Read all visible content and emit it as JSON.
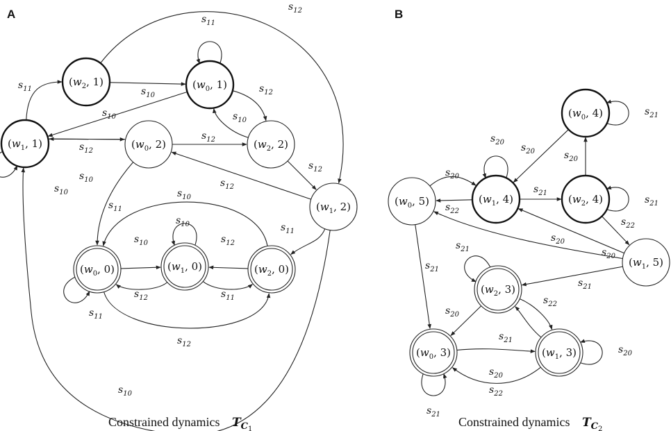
{
  "panels": {
    "A": {
      "letter": "A",
      "caption": "Constrained dynamics",
      "caption_symbol": "T",
      "caption_sub": "C",
      "caption_subsub": "1"
    },
    "B": {
      "letter": "B",
      "caption": "Constrained dynamics",
      "caption_symbol": "T",
      "caption_sub": "C",
      "caption_subsub": "2"
    }
  },
  "nodes": {
    "A": {
      "w2_1": {
        "label": "(w2, 1)",
        "style": "bold"
      },
      "w0_1": {
        "label": "(w0, 1)",
        "style": "bold"
      },
      "w1_1": {
        "label": "(w1, 1)",
        "style": "bold"
      },
      "w0_2": {
        "label": "(w0, 2)",
        "style": "normal"
      },
      "w2_2": {
        "label": "(w2, 2)",
        "style": "normal"
      },
      "w1_2": {
        "label": "(w1, 2)",
        "style": "normal"
      },
      "w0_0": {
        "label": "(w0, 0)",
        "style": "double"
      },
      "w1_0": {
        "label": "(w1, 0)",
        "style": "double"
      },
      "w2_0": {
        "label": "(w2, 0)",
        "style": "double"
      }
    },
    "B": {
      "w0_4": {
        "label": "(w0, 4)",
        "style": "bold"
      },
      "w1_4": {
        "label": "(w1, 4)",
        "style": "bold"
      },
      "w2_4": {
        "label": "(w2, 4)",
        "style": "bold"
      },
      "w0_5": {
        "label": "(w0, 5)",
        "style": "normal"
      },
      "w1_5": {
        "label": "(w1, 5)",
        "style": "normal"
      },
      "w2_3": {
        "label": "(w2, 3)",
        "style": "double"
      },
      "w0_3": {
        "label": "(w0, 3)",
        "style": "double"
      },
      "w1_3": {
        "label": "(w1, 3)",
        "style": "double"
      }
    }
  },
  "edges": {
    "A": [
      {
        "from": "w1_1",
        "to": "w2_1",
        "label": "s11"
      },
      {
        "from": "w2_1",
        "to": "w0_1",
        "label": "s10"
      },
      {
        "from": "w0_1",
        "to": "w0_1",
        "label": "s11"
      },
      {
        "from": "w0_1",
        "to": "w1_1",
        "label": "s10"
      },
      {
        "from": "w0_1",
        "to": "w2_2",
        "label": "s12"
      },
      {
        "from": "w2_2",
        "to": "w0_1",
        "label": "s10"
      },
      {
        "from": "w2_1",
        "to": "w1_2",
        "label": "s12"
      },
      {
        "from": "w1_1",
        "to": "w0_2",
        "label": "s12"
      },
      {
        "from": "w0_2",
        "to": "w1_1",
        "label": "s10"
      },
      {
        "from": "w1_1",
        "to": "w1_1",
        "label": "s10"
      },
      {
        "from": "w0_2",
        "to": "w2_2",
        "label": "s12"
      },
      {
        "from": "w2_2",
        "to": "w1_2",
        "label": "s12"
      },
      {
        "from": "w1_2",
        "to": "w0_2",
        "label": "s12"
      },
      {
        "from": "w0_2",
        "to": "w0_0",
        "label": "s11"
      },
      {
        "from": "w1_2",
        "to": "w2_0",
        "label": "s11"
      },
      {
        "from": "w1_2",
        "to": "w1_1",
        "label": "s10"
      },
      {
        "from": "w2_0",
        "to": "w0_0",
        "label": "s10"
      },
      {
        "from": "w0_0",
        "to": "w1_0",
        "label": "s10"
      },
      {
        "from": "w1_0",
        "to": "w1_0",
        "label": "s10"
      },
      {
        "from": "w2_0",
        "to": "w1_0",
        "label": "s12"
      },
      {
        "from": "w1_0",
        "to": "w0_0",
        "label": "s12"
      },
      {
        "from": "w1_0",
        "to": "w2_0",
        "label": "s11"
      },
      {
        "from": "w0_0",
        "to": "w0_0",
        "label": "s11"
      },
      {
        "from": "w0_0",
        "to": "w2_0",
        "label": "s12"
      }
    ],
    "B": [
      {
        "from": "w0_4",
        "to": "w0_4",
        "label": "s21"
      },
      {
        "from": "w0_4",
        "to": "w1_4",
        "label": "s20"
      },
      {
        "from": "w2_4",
        "to": "w0_4",
        "label": "s20"
      },
      {
        "from": "w1_4",
        "to": "w1_4",
        "label": "s20"
      },
      {
        "from": "w0_5",
        "to": "w1_4",
        "label": "s20"
      },
      {
        "from": "w1_4",
        "to": "w0_5",
        "label": "s22"
      },
      {
        "from": "w1_4",
        "to": "w2_4",
        "label": "s21"
      },
      {
        "from": "w2_4",
        "to": "w2_4",
        "label": "s21"
      },
      {
        "from": "w2_4",
        "to": "w1_5",
        "label": "s22"
      },
      {
        "from": "w1_5",
        "to": "w1_4",
        "label": "s20"
      },
      {
        "from": "w1_5",
        "to": "w0_5",
        "label": "s20"
      },
      {
        "from": "w1_5",
        "to": "w2_3",
        "label": "s21"
      },
      {
        "from": "w0_5",
        "to": "w0_3",
        "label": "s21"
      },
      {
        "from": "w2_3",
        "to": "w2_3",
        "label": "s21"
      },
      {
        "from": "w2_3",
        "to": "w0_3",
        "label": "s20"
      },
      {
        "from": "w2_3",
        "to": "w1_3",
        "label": "s22"
      },
      {
        "from": "w1_3",
        "to": "w2_3",
        "label": "s21"
      },
      {
        "from": "w0_3",
        "to": "w1_3",
        "label": "s20"
      },
      {
        "from": "w1_3",
        "to": "w0_3",
        "label": "s22"
      },
      {
        "from": "w1_3",
        "to": "w1_3",
        "label": "s20"
      },
      {
        "from": "w0_3",
        "to": "w0_3",
        "label": "s21"
      }
    ]
  }
}
